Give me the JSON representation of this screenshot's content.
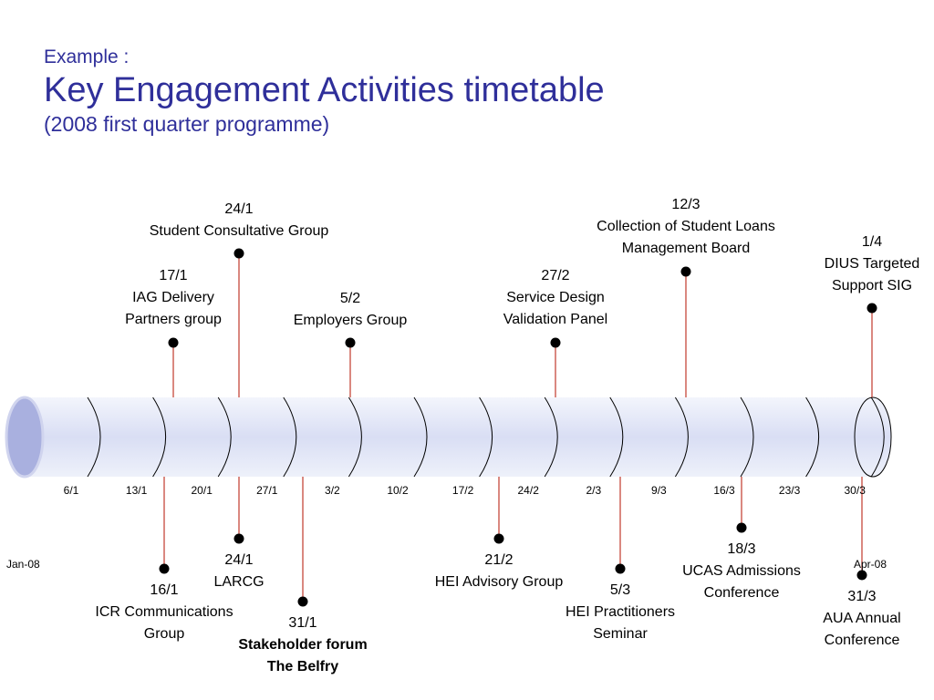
{
  "header": {
    "line1": "Example :",
    "line2": "Key Engagement Activities timetable",
    "line3": "(2008 first quarter programme)"
  },
  "colors": {
    "title": "#2f2f9a",
    "connector": "#c0392b",
    "tube": "#e4e8f7",
    "tube_cap": "#a9b0df"
  },
  "timeline": {
    "start_label": "Jan-08",
    "end_label": "Apr-08",
    "ticks": [
      "6/1",
      "13/1",
      "20/1",
      "27/1",
      "3/2",
      "10/2",
      "17/2",
      "24/2",
      "2/3",
      "9/3",
      "16/3",
      "23/3",
      "30/3"
    ]
  },
  "events_above": [
    {
      "date": "17/1",
      "name": "IAG Delivery Partners group",
      "lines": [
        "IAG Delivery",
        "Partners group"
      ]
    },
    {
      "date": "24/1",
      "name": "Student Consultative Group",
      "lines": [
        "Student Consultative Group"
      ]
    },
    {
      "date": "5/2",
      "name": "Employers Group",
      "lines": [
        "Employers Group"
      ]
    },
    {
      "date": "27/2",
      "name": "Service Design Validation Panel",
      "lines": [
        "Service Design",
        "Validation Panel"
      ]
    },
    {
      "date": "12/3",
      "name": "Collection of Student Loans Management Board",
      "lines": [
        "Collection of Student Loans",
        "Management Board"
      ]
    },
    {
      "date": "1/4",
      "name": "DIUS Targeted Support SIG",
      "lines": [
        "DIUS Targeted",
        "Support SIG"
      ]
    }
  ],
  "events_below": [
    {
      "date": "16/1",
      "name": "ICR Communications Group",
      "lines": [
        "ICR Communications",
        "Group"
      ],
      "bold": false
    },
    {
      "date": "24/1",
      "name": "LARCG",
      "lines": [
        "LARCG"
      ],
      "bold": false
    },
    {
      "date": "31/1",
      "name": "Stakeholder forum The Belfry",
      "lines": [
        "Stakeholder forum",
        "The Belfry"
      ],
      "bold": true
    },
    {
      "date": "21/2",
      "name": "HEI Advisory Group",
      "lines": [
        "HEI Advisory Group"
      ],
      "bold": false
    },
    {
      "date": "5/3",
      "name": "HEI Practitioners Seminar",
      "lines": [
        "HEI Practitioners",
        "Seminar"
      ],
      "bold": false
    },
    {
      "date": "18/3",
      "name": "UCAS Admissions Conference",
      "lines": [
        "UCAS Admissions",
        "Conference"
      ],
      "bold": false
    },
    {
      "date": "31/3",
      "name": "AUA Annual Conference",
      "lines": [
        "AUA Annual",
        "Conference"
      ],
      "bold": false
    }
  ]
}
